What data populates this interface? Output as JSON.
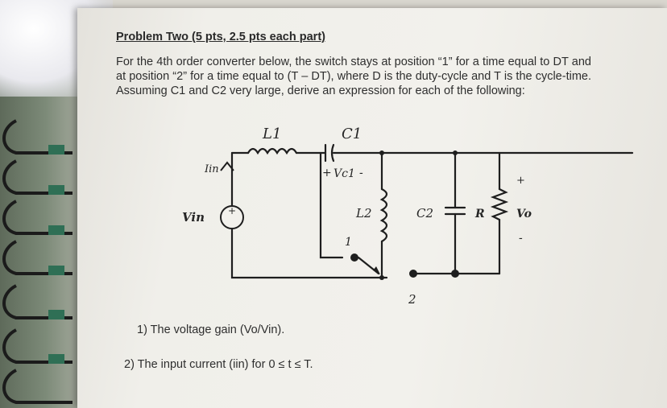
{
  "problem": {
    "title": "Problem Two (5 pts, 2.5 pts each part)",
    "paragraph": "For the 4th order converter below, the switch stays at position “1” for a time equal to DT and at position “2” for a time equal to (T – DT), where D is the duty-cycle and T is the cycle-time. Assuming C1 and C2 very large, derive an expression for each of the following:",
    "questions": [
      "1) The voltage gain (Vo/Vin).",
      "2) The input current (iin) for 0 ≤ t ≤ T."
    ]
  },
  "circuit": {
    "labels": {
      "L1": "L1",
      "C1": "C1",
      "vc1_plus": "+",
      "vc1": "Vc1",
      "vc1_minus": "-",
      "iin": "Iin",
      "vin": "Vin",
      "source_plus": "+",
      "L2": "L2",
      "pos1": "1",
      "pos2": "2",
      "C2": "C2",
      "R": "R",
      "vo_plus": "+",
      "vo": "Vo",
      "vo_minus": "-"
    }
  }
}
